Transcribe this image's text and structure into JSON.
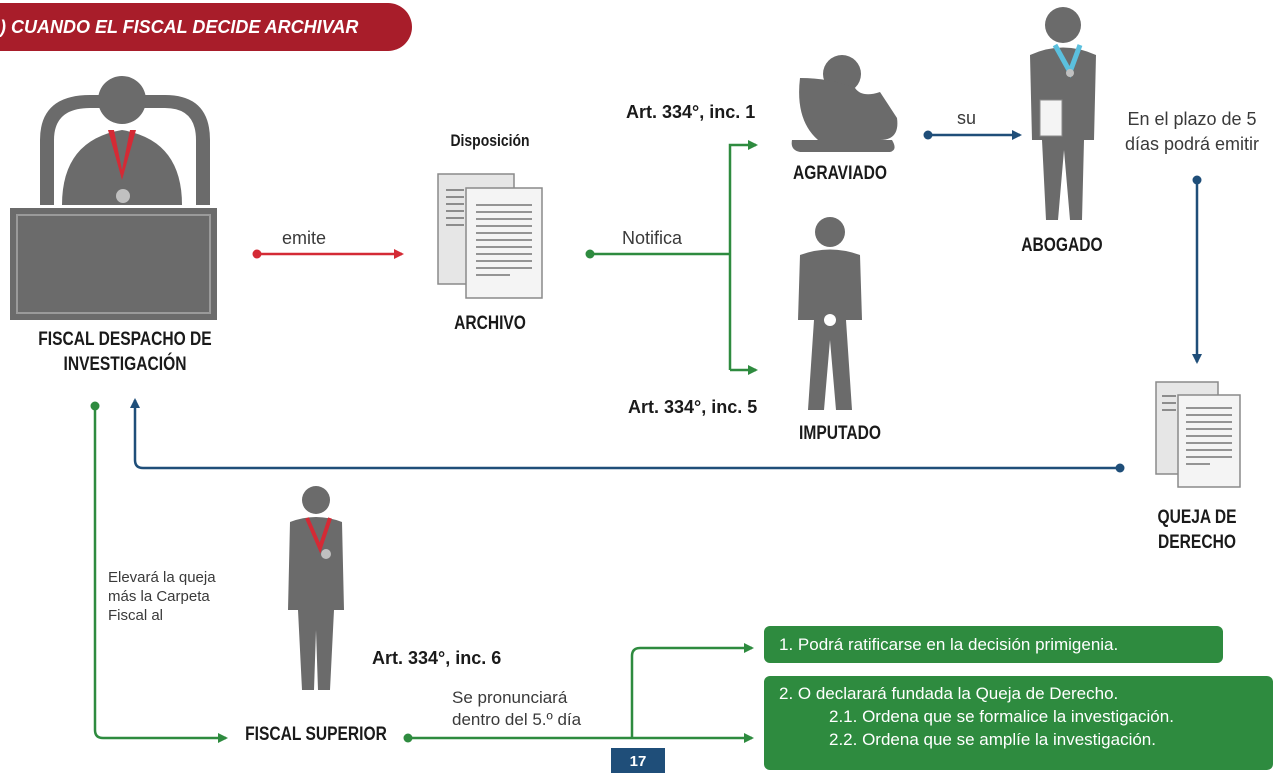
{
  "banner": {
    "title": ") CUANDO EL FISCAL DECIDE ARCHIVAR"
  },
  "nodes": {
    "fiscal_despacho": [
      "FISCAL DESPACHO DE",
      "INVESTIGACIÓN"
    ],
    "disposicion": "Disposición",
    "archivo": "ARCHIVO",
    "agraviado": "AGRAVIADO",
    "imputado": "IMPUTADO",
    "abogado": "ABOGADO",
    "queja": [
      "QUEJA DE",
      "DERECHO"
    ],
    "fiscal_superior": "FISCAL SUPERIOR"
  },
  "edges": {
    "emite": "emite",
    "notifica": "Notifica",
    "su": "su",
    "plazo": [
      "En el plazo de 5",
      "días podrá emitir"
    ],
    "elevara": [
      "Elevará la queja",
      "más la Carpeta",
      "Fiscal al"
    ],
    "pronunciara": [
      "Se pronunciará",
      "dentro del 5.º día"
    ]
  },
  "articles": {
    "inc1": "Art. 334°, inc. 1",
    "inc5": "Art. 334°, inc. 5",
    "inc6": "Art. 334°,  inc. 6"
  },
  "outcomes": {
    "ratificar": "1. Podrá ratificarse en la decisión primigenia.",
    "fundada": "2. O declarará fundada la Queja de Derecho.",
    "formalice": "2.1. Ordena que se formalice la investigación.",
    "amplie": "2.2. Ordena que se amplíe la investigación."
  },
  "page_number": "17",
  "colors": {
    "red": "#d42a35",
    "green": "#2e8b3f",
    "blue": "#1f4e79",
    "banner": "#a81d2a",
    "figure": "#6b6b6b"
  }
}
